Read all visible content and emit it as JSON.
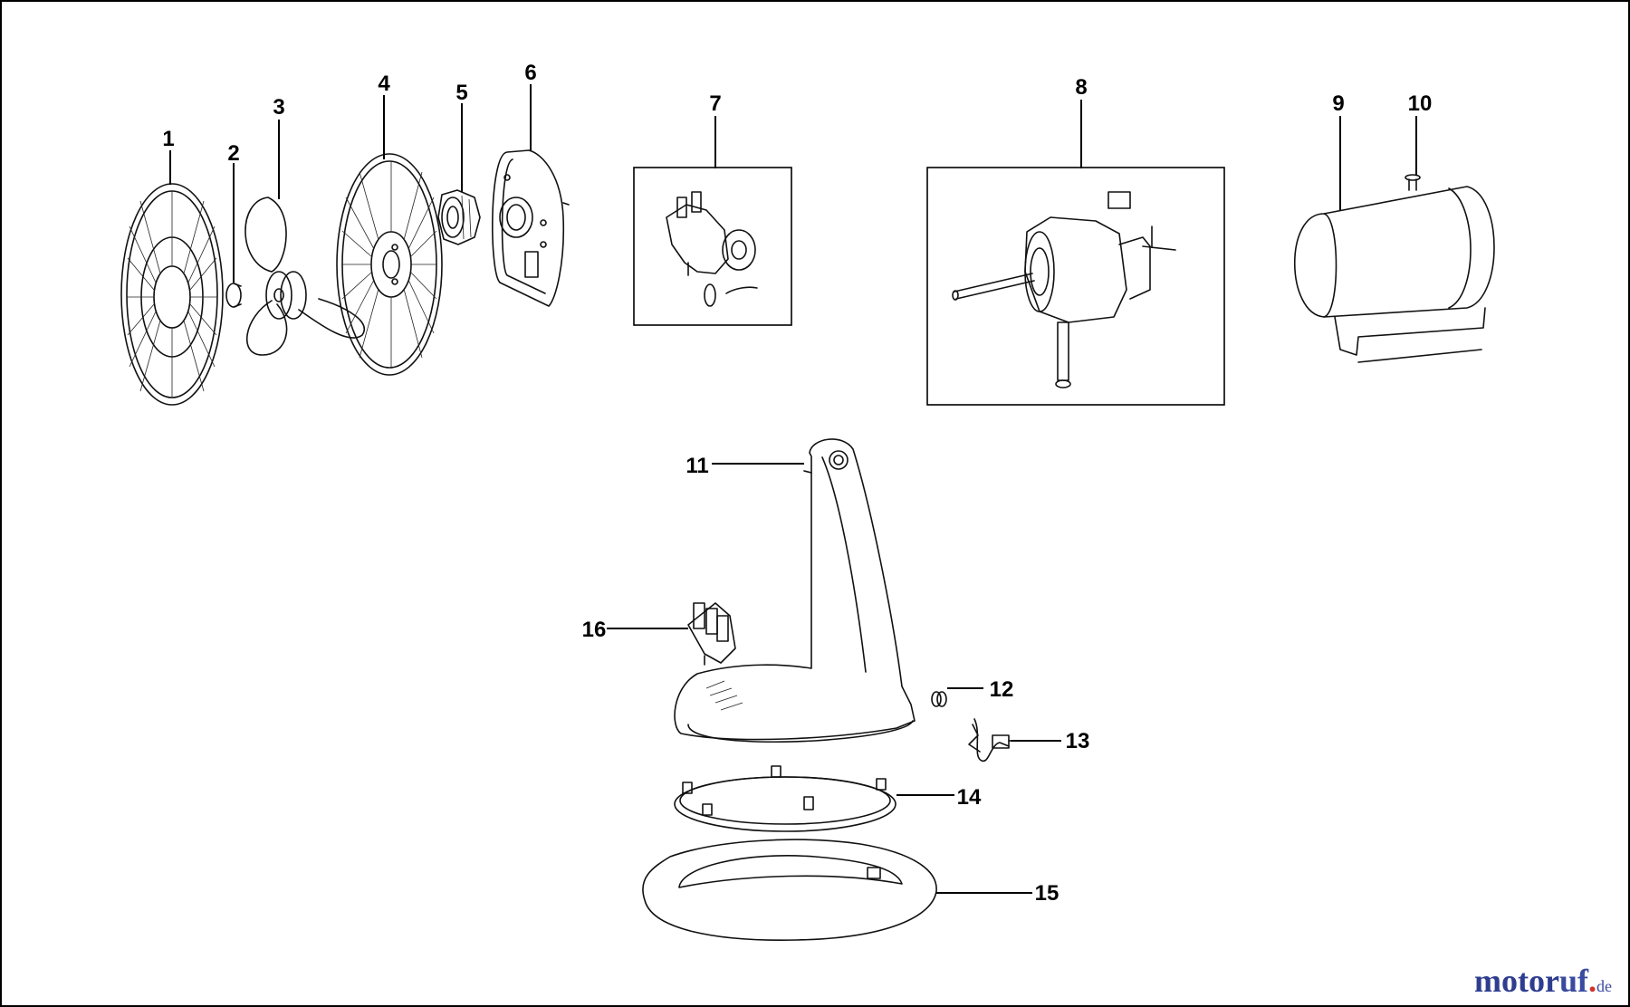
{
  "diagram": {
    "callouts": [
      "1",
      "2",
      "3",
      "4",
      "5",
      "6",
      "7",
      "8",
      "9",
      "10",
      "11",
      "12",
      "13",
      "14",
      "15",
      "16"
    ],
    "watermark": {
      "brand_start": "motor",
      "brand_end": "uf",
      "tld": "de"
    }
  },
  "colors": {
    "line": "#111111",
    "background": "#ffffff",
    "watermark": "#3a4aa0",
    "watermark_dot": "#d0342c"
  }
}
